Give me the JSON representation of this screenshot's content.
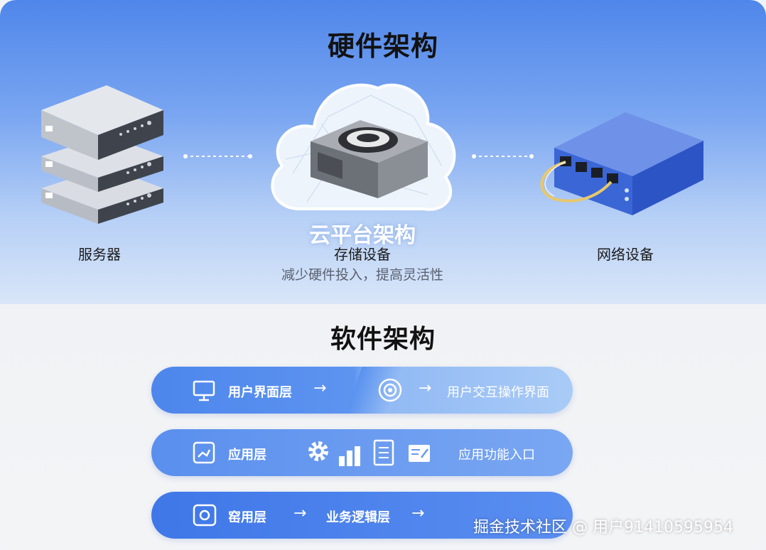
{
  "hardware": {
    "title": "硬件架构",
    "server_label": "服务器",
    "cloud_title": "云平台架构",
    "storage_label": "存储设备",
    "cloud_subtitle": "减少硬件投入，提高灵活性",
    "network_label": "网络设备"
  },
  "software": {
    "title": "软件架构",
    "layers": [
      {
        "label": "用户界面层",
        "arrow": "→",
        "arrow2": "→",
        "detail": "用户交互操作界面",
        "icon": "monitor-icon"
      },
      {
        "label": "应用层",
        "detail": "应用功能入口",
        "icon": "app-panel-icon",
        "extra_icons": [
          "gear-icon",
          "bar-chart-icon",
          "document-icon",
          "edit-card-icon"
        ]
      },
      {
        "label": "窑用层",
        "arrow": "→",
        "detail": "业务逻辑层",
        "arrow2": "→",
        "icon": "disk-icon"
      }
    ]
  },
  "watermark": "掘金技术社区 @ 用户91410595954",
  "colors": {
    "top_gradient_start": "#4f86ea",
    "bar_blue": "#4d86ec",
    "bar_light": "#a9cbf6"
  }
}
